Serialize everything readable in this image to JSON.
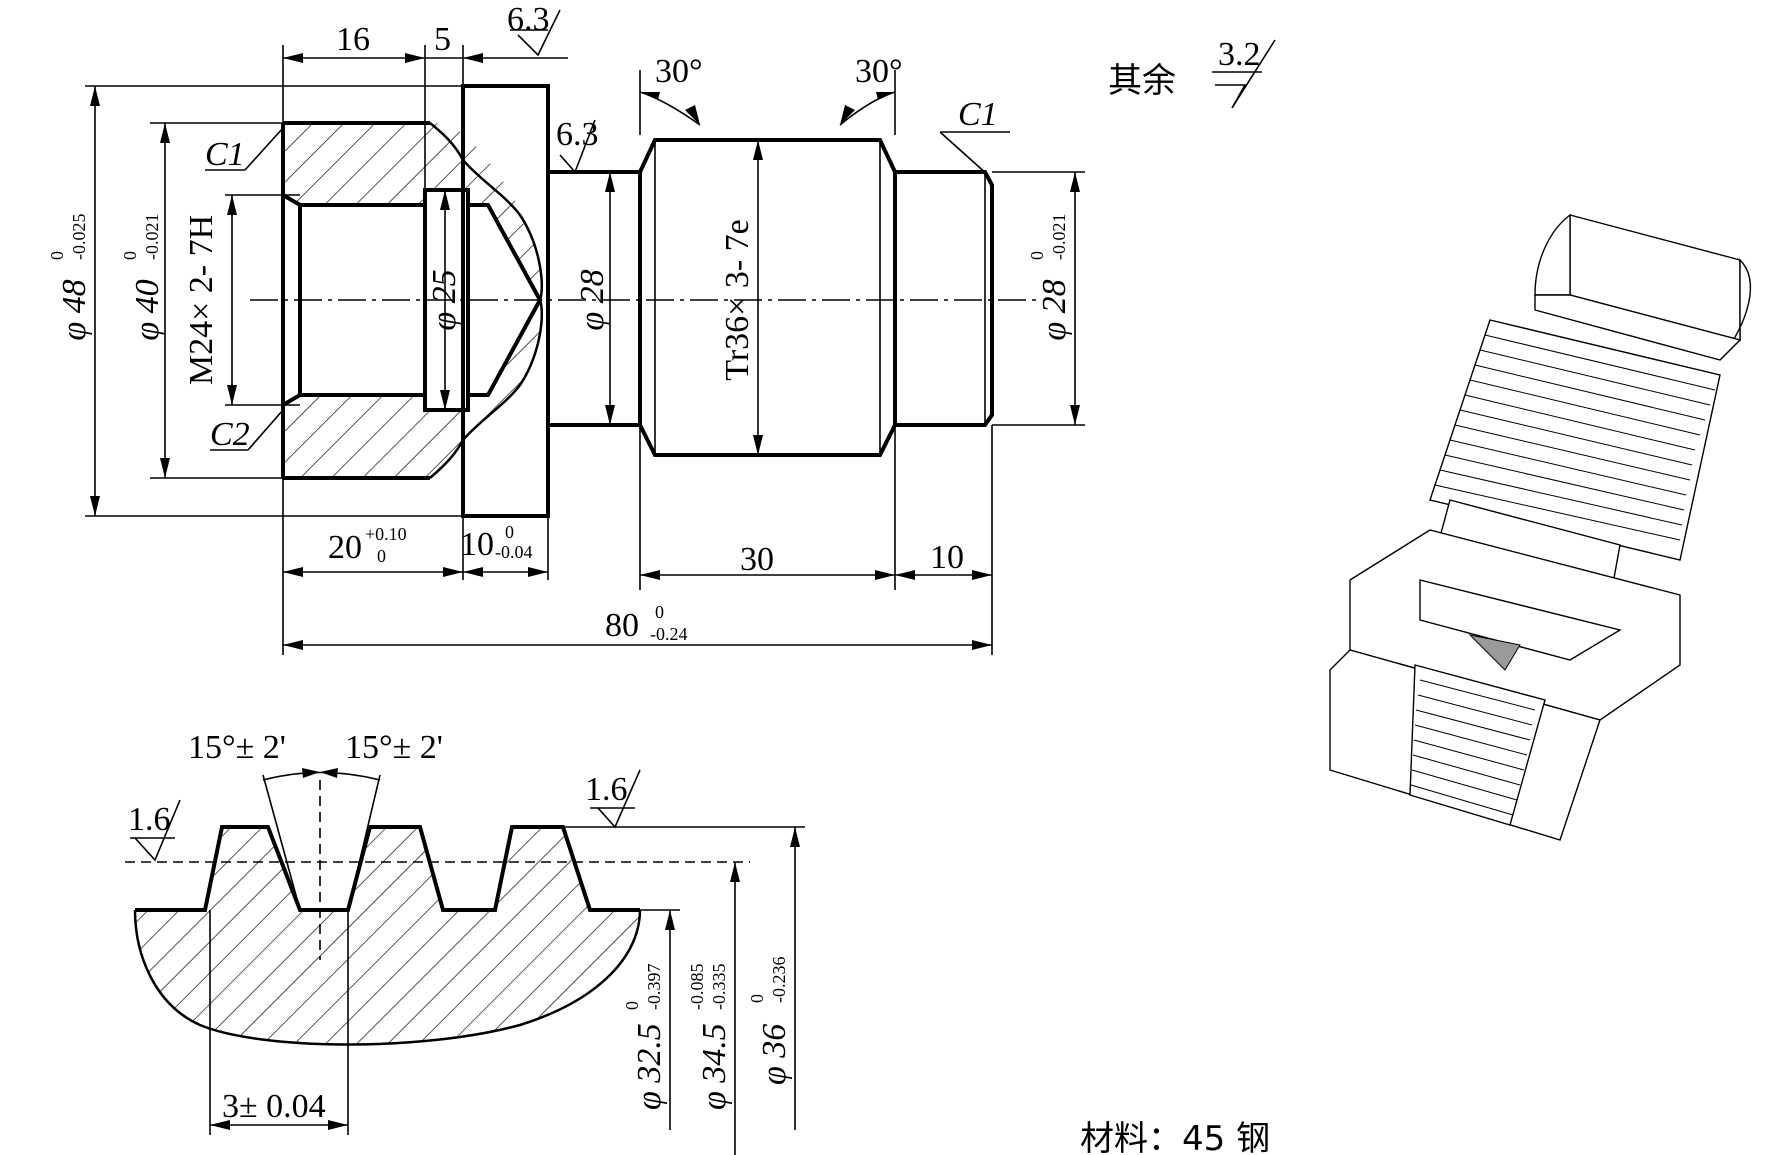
{
  "main_view": {
    "dims_top": [
      "16",
      "5"
    ],
    "rough_top": "6.3",
    "rough_shaft": "6.3",
    "angle_left": "30°",
    "angle_right": "30°",
    "chamfer_left_top": "C1",
    "chamfer_left_bottom": "C2",
    "chamfer_right": "C1",
    "dia_48": "φ 48",
    "dia_48_tol_upper": "0",
    "dia_48_tol_lower": "-0.025",
    "dia_40": "φ 40",
    "dia_40_tol_upper": "0",
    "dia_40_tol_lower": "-0.021",
    "thread_inner": "M24× 2- 7H",
    "dia_25": "φ 25",
    "dia_28_left": "φ 28",
    "thread_outer": "Tr36× 3- 7e",
    "dia_28_right": "φ 28",
    "dia_28_tol_upper": "0",
    "dia_28_tol_lower": "-0.021",
    "len_20": "20",
    "len_20_tol_upper": "+0.10",
    "len_20_tol_lower": "0",
    "len_10": "10",
    "len_10_tol_upper": "0",
    "len_10_tol_lower": "-0.04",
    "len_30": "30",
    "len_10b": "10",
    "len_80": "80",
    "len_80_tol_upper": "0",
    "len_80_tol_lower": "-0.24"
  },
  "general_roughness": {
    "prefix": "其余",
    "value": "3.2"
  },
  "detail_view": {
    "angle_left": "15°±  2'",
    "angle_right": "15°±  2'",
    "rough_left": "1.6",
    "rough_right": "1.6",
    "pitch": "3±  0.04",
    "dia_32_5": "φ 32.5",
    "dia_32_5_tol_upper": "0",
    "dia_32_5_tol_lower": "-0.397",
    "dia_34_5": "φ 34.5",
    "dia_34_5_tol_upper": "-0.085",
    "dia_34_5_tol_lower": "-0.335",
    "dia_36": "φ 36",
    "dia_36_tol_upper": "0",
    "dia_36_tol_lower": "-0.236"
  },
  "material": "材料：45 钢"
}
